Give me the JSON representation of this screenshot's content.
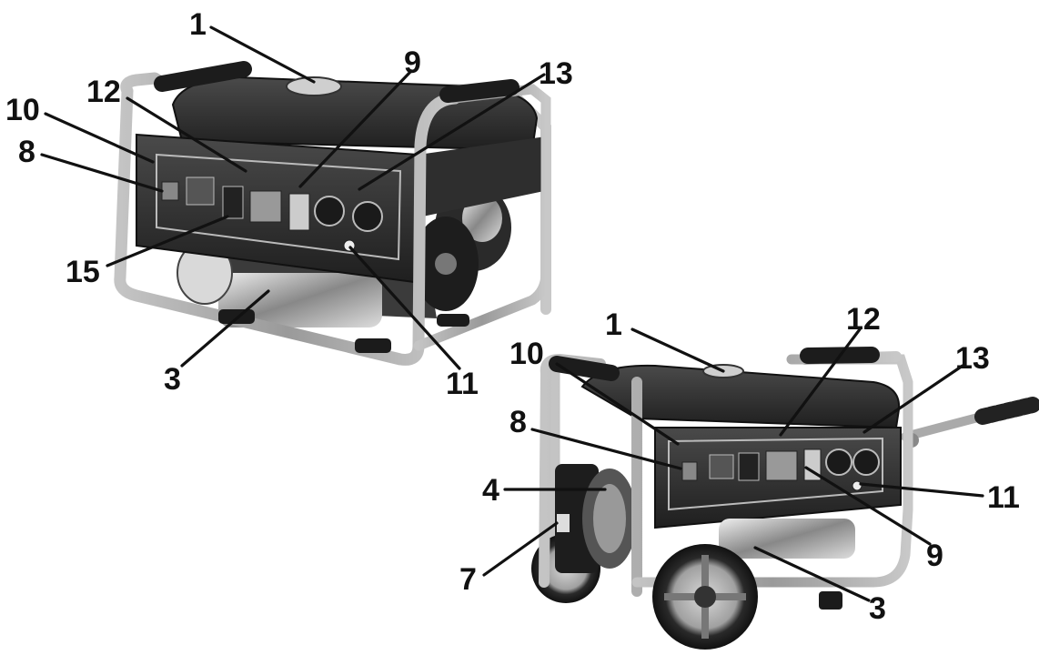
{
  "callouts": {
    "left": [
      {
        "label": "1"
      },
      {
        "label": "9"
      },
      {
        "label": "12"
      },
      {
        "label": "13"
      },
      {
        "label": "10"
      },
      {
        "label": "8"
      },
      {
        "label": "15"
      },
      {
        "label": "3"
      },
      {
        "label": "11"
      }
    ],
    "right": [
      {
        "label": "1"
      },
      {
        "label": "12"
      },
      {
        "label": "10"
      },
      {
        "label": "13"
      },
      {
        "label": "8"
      },
      {
        "label": "4"
      },
      {
        "label": "7"
      },
      {
        "label": "11"
      },
      {
        "label": "9"
      },
      {
        "label": "3"
      }
    ]
  },
  "colors": {
    "frame": "#a9a9a9",
    "body": "#2b2b2b",
    "panel": "#3a3a3a",
    "text": "#111111"
  }
}
